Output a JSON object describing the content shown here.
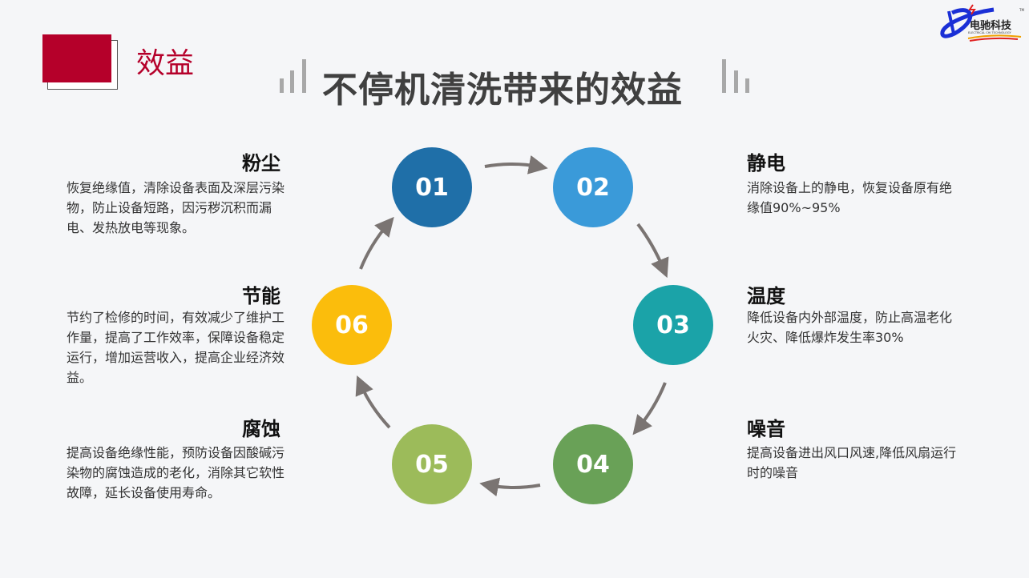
{
  "section_title": "效益",
  "main_title": "不停机清洗带来的效益",
  "logo": {
    "text": "电驰科技",
    "subtext": "ELECTRICAL CHI TECHNOLOGY",
    "tm": "TM"
  },
  "steps": [
    {
      "num": "01",
      "color": "#1f6fa8",
      "title": "粉尘",
      "body": "恢复绝缘值，清除设备表面及深层污染物，防止设备短路，因污秽沉积而漏电、发热放电等现象。"
    },
    {
      "num": "02",
      "color": "#3a9ad9",
      "title": "静电",
      "body": "消除设备上的静电，恢复设备原有绝缘值90%~95%"
    },
    {
      "num": "03",
      "color": "#1ba3a8",
      "title": "温度",
      "body": "降低设备内外部温度，防止高温老化火灾、降低爆炸发生率30%"
    },
    {
      "num": "04",
      "color": "#69a157",
      "title": "噪音",
      "body": "提高设备进出风口风速,降低风扇运行时的噪音"
    },
    {
      "num": "05",
      "color": "#9cbb5a",
      "title": "腐蚀",
      "body": "提高设备绝缘性能，预防设备因酸碱污染物的腐蚀造成的老化，消除其它软性故障，延长设备使用寿命。"
    },
    {
      "num": "06",
      "color": "#fbbd0c",
      "title": "节能",
      "body": "节约了检修的时间，有效减少了维护工作量，提高了工作效率，保障设备稳定运行，增加运营收入，提高企业经济效益。"
    }
  ]
}
